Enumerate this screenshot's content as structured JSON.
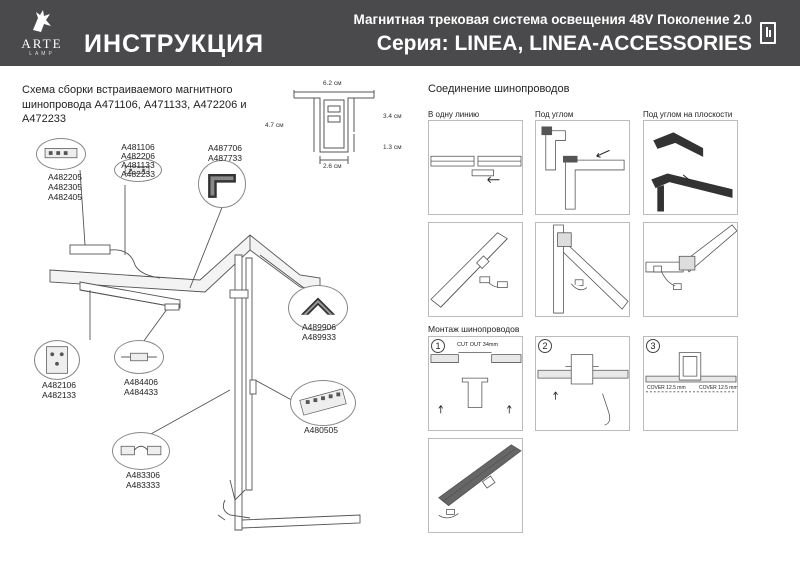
{
  "header": {
    "brand": "ARTE",
    "brand_sub": "LAMP",
    "title": "ИНСТРУКЦИЯ",
    "subtitle": "Магнитная трековая система освещения 48V Поколение 2.0",
    "series": "Серия: LINEA, LINEA-ACCESSORIES"
  },
  "left": {
    "heading": "Схема  сборки встраиваемого магнитного шинопровода А471106, А471133, А472206 и А472233",
    "dimensions": {
      "width_top": "6.2 см",
      "height_total": "4.7 см",
      "height_inner": "3.4 см",
      "height_lower": "1.3 см",
      "width_bottom": "2.6 см"
    },
    "parts": {
      "driver": "A482205\nA482305\nA482405",
      "power_feed": "A481106\nA482206\nA481133\nA482233",
      "corner_horizontal": "A487706\nA487733",
      "end_cap": "A482106\nA482133",
      "straight_connector": "A484406\nA484433",
      "corner_vertical": "A489906\nA489933",
      "mounting_clips": "A480505",
      "flex_connector": "A483306\nA483333"
    }
  },
  "right": {
    "heading": "Соединение шинопроводов",
    "in_line": "В одну линию",
    "at_angle": "Под углом",
    "at_angle_plane": "Под углом на плоскости",
    "mounting": "Монтаж шинопроводов",
    "steps": [
      "1",
      "2",
      "3"
    ],
    "cut_out": "CUT OUT 34mm",
    "cover": "COVER 12.5 mm"
  },
  "colors": {
    "header_bg": "#4a4a4c",
    "header_text": "#ffffff",
    "line_art": "#555555"
  }
}
